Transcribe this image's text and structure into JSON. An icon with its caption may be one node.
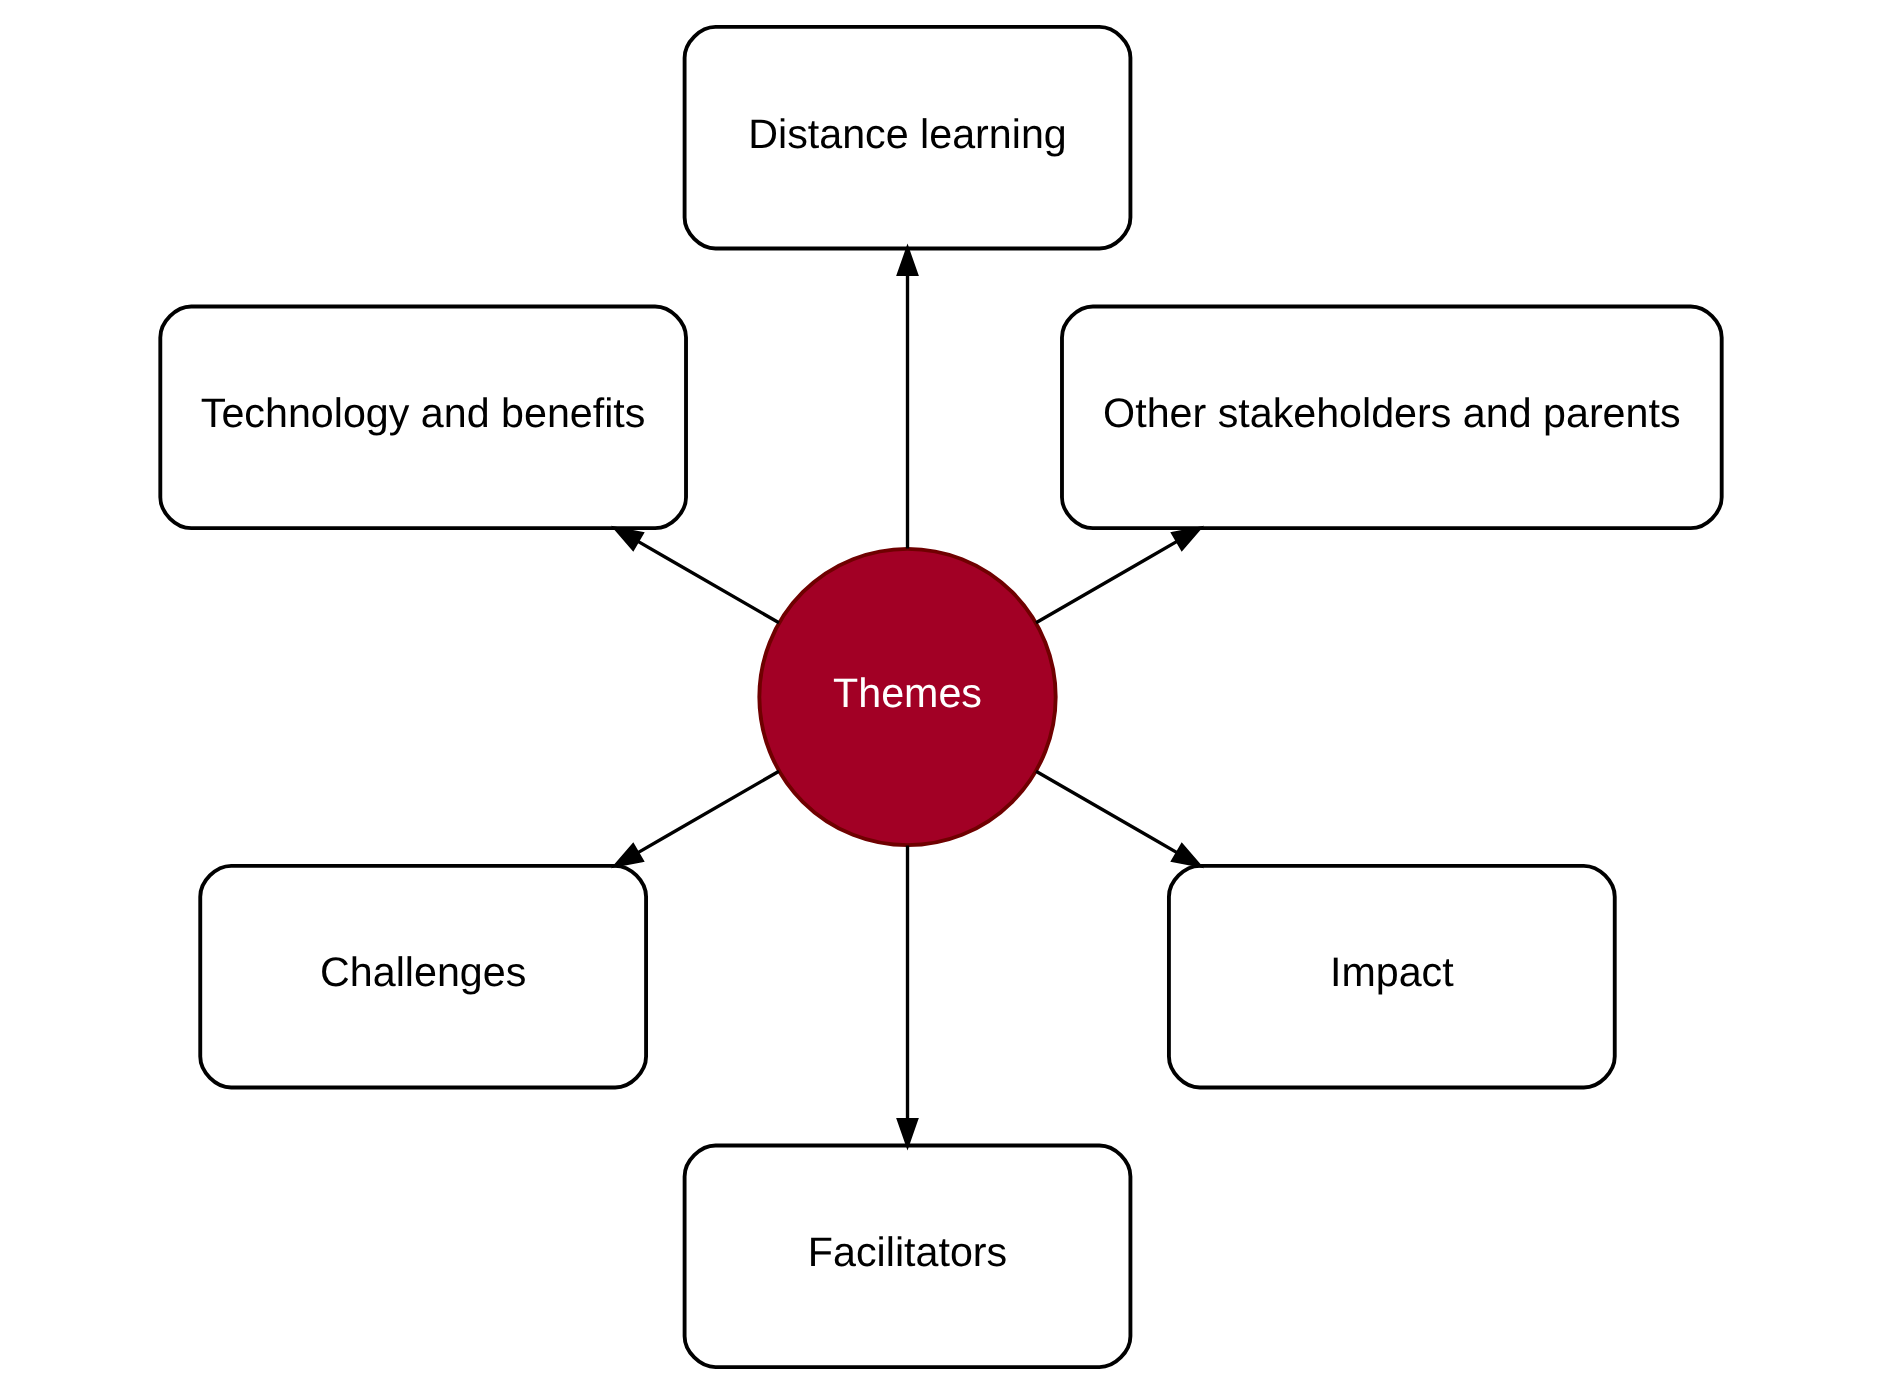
{
  "diagram": {
    "nodes": [
      {
        "text": [
          "Other stakeholders and parents"
        ]
      },
      {
        "text": [
          "Distance learning"
        ]
      },
      {
        "text": [
          "Themes"
        ]
      },
      {
        "text": [
          "Technology and benefits"
        ]
      },
      {
        "text": [
          "Challenges"
        ]
      },
      {
        "text": [
          "Facilitators"
        ]
      },
      {
        "text": [
          "Impact"
        ]
      }
    ],
    "edges": [
      {
        "from": 2,
        "to": 0,
        "arrow": "to"
      },
      {
        "from": 2,
        "to": 1,
        "arrow": "to"
      },
      {
        "from": 2,
        "to": 3,
        "arrow": "to"
      },
      {
        "from": 2,
        "to": 4,
        "arrow": "to"
      },
      {
        "from": 2,
        "to": 5,
        "arrow": "to"
      },
      {
        "from": 2,
        "to": 6,
        "arrow": "to"
      }
    ]
  }
}
